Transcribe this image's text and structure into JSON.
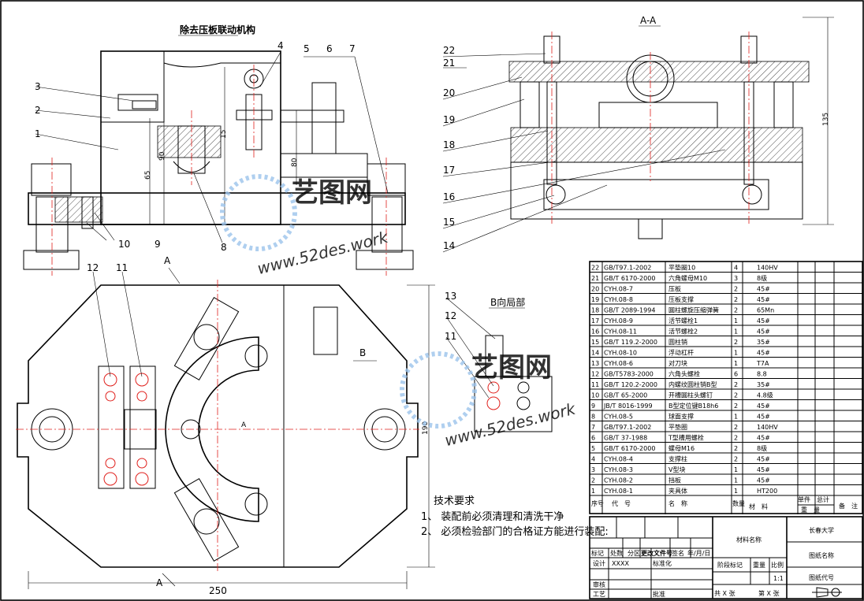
{
  "title_side": "除去压板联动机构",
  "title_section": "A-A",
  "title_view_b": "B向局部",
  "section_marks": {
    "a": "A",
    "b": "B"
  },
  "leaders": {
    "side": [
      "1",
      "2",
      "3",
      "4",
      "5",
      "6",
      "7",
      "8",
      "9",
      "10"
    ],
    "section": [
      "22",
      "21",
      "20",
      "19",
      "18",
      "17",
      "16",
      "15",
      "14"
    ],
    "plan": [
      "12",
      "11"
    ],
    "viewb": [
      "13",
      "12",
      "11"
    ]
  },
  "dims": {
    "d65": "65",
    "d90": "90",
    "d80": "80",
    "d15": "15",
    "d135": "135",
    "d190": "190",
    "d250": "250"
  },
  "watermark": {
    "brand": "艺图网",
    "url": "www.52des.work"
  },
  "tech_req": {
    "title": "技术要求",
    "items": [
      "1、 装配前必须清理和清洗干净",
      "2、 必须检验部门的合格证方能进行装配:"
    ]
  },
  "bom": [
    {
      "no": "22",
      "code": "GB/T97.1-2002",
      "name": "平垫圈10",
      "qty": "4",
      "mat": "140HV"
    },
    {
      "no": "21",
      "code": "GB/T 6170-2000",
      "name": "六角螺母M10",
      "qty": "3",
      "mat": "8级"
    },
    {
      "no": "20",
      "code": "CYH.08-7",
      "name": "压板",
      "qty": "2",
      "mat": "45#"
    },
    {
      "no": "19",
      "code": "CYH.08-8",
      "name": "压板支撑",
      "qty": "2",
      "mat": "45#"
    },
    {
      "no": "18",
      "code": "GB/T 2089-1994",
      "name": "圆柱螺旋压缩弹簧",
      "qty": "2",
      "mat": "65Mn"
    },
    {
      "no": "17",
      "code": "CYH.08-9",
      "name": "活节螺栓1",
      "qty": "1",
      "mat": "45#"
    },
    {
      "no": "16",
      "code": "CYH.08-11",
      "name": "活节螺栓2",
      "qty": "1",
      "mat": "45#"
    },
    {
      "no": "15",
      "code": "GB/T 119.2-2000",
      "name": "圆柱销",
      "qty": "2",
      "mat": "35#"
    },
    {
      "no": "14",
      "code": "CYH.08-10",
      "name": "浮动杠杆",
      "qty": "1",
      "mat": "45#"
    },
    {
      "no": "13",
      "code": "CYH.08-6",
      "name": "对刀块",
      "qty": "1",
      "mat": "T7A"
    },
    {
      "no": "12",
      "code": "GB/T5783-2000",
      "name": "六角头螺栓",
      "qty": "6",
      "mat": "8.8"
    },
    {
      "no": "11",
      "code": "GB/T 120.2-2000",
      "name": "内螺纹圆柱销B型",
      "qty": "2",
      "mat": "35#"
    },
    {
      "no": "10",
      "code": "GB/T 65-2000",
      "name": "开槽圆柱头螺钉",
      "qty": "2",
      "mat": "4.8级"
    },
    {
      "no": "9",
      "code": "JB/T 8016-1999",
      "name": "B型定位键B18h6",
      "qty": "2",
      "mat": "45#"
    },
    {
      "no": "8",
      "code": "CYH.08-5",
      "name": "球面支撑",
      "qty": "1",
      "mat": "45#"
    },
    {
      "no": "7",
      "code": "GB/T97.1-2002",
      "name": "平垫圈",
      "qty": "2",
      "mat": "140HV"
    },
    {
      "no": "6",
      "code": "GB/T 37-1988",
      "name": "T型槽用螺栓",
      "qty": "2",
      "mat": "45#"
    },
    {
      "no": "5",
      "code": "GB/T 6170-2000",
      "name": "螺母M16",
      "qty": "2",
      "mat": "8级"
    },
    {
      "no": "4",
      "code": "CYH.08-4",
      "name": "支撑柱",
      "qty": "2",
      "mat": "45#"
    },
    {
      "no": "3",
      "code": "CYH.08-3",
      "name": "V型块",
      "qty": "1",
      "mat": "45#"
    },
    {
      "no": "2",
      "code": "CYH.08-2",
      "name": "挡板",
      "qty": "1",
      "mat": "45#"
    },
    {
      "no": "1",
      "code": "CYH.08-1",
      "name": "夹具体",
      "qty": "1",
      "mat": "HT200"
    }
  ],
  "bom_header": {
    "no": "序号",
    "code": "代　号",
    "name": "名　称",
    "qty": "数量",
    "mat": "材　料",
    "unit": "单件",
    "total": "总计",
    "weight": "重　量",
    "note": "备　注"
  },
  "title_block": {
    "material": "材料名称",
    "school": "长春大学",
    "drawing_name": "图纸名称",
    "drawing_code": "图纸代号",
    "stage": "阶段标记",
    "weight": "重量",
    "scale_label": "比例",
    "scale": "1:1",
    "sheets": "共 X 张",
    "sheet_no": "第 X 张",
    "mark": "标记",
    "count": "处数",
    "zone": "分区",
    "change_doc": "更改文件号",
    "sign": "签名",
    "date": "年/月/日",
    "design": "设计",
    "designer": "XXXX",
    "standard": "标准化",
    "review": "审核",
    "process": "工艺",
    "approve": "批准"
  }
}
